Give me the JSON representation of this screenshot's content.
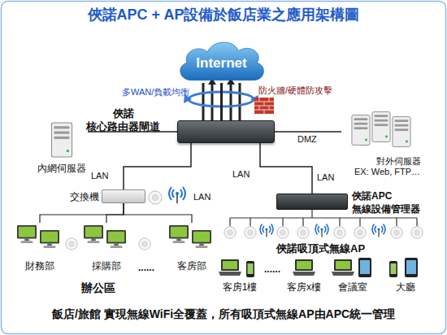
{
  "diagram": {
    "title": "俠諾APC + AP設備於飯店業之應用架構圖",
    "caption": "飯店/旅館 實現無線WiFi全覆蓋，所有吸頂式無線AP由APC統一管理",
    "nodes": [
      {
        "text": [
          "Internet"
        ]
      },
      {
        "text": [
          "俠諾 核心路由器閘道"
        ]
      },
      {
        "text": [
          "內網伺服器"
        ]
      },
      {
        "text": [
          "對外伺服器 EX: Web, FTP…"
        ]
      },
      {
        "text": [
          "交換機"
        ]
      },
      {
        "text": [
          "俠諾APC 無線設備管理器"
        ]
      },
      {
        "text": [
          "財務部"
        ]
      },
      {
        "text": [
          "採購部"
        ]
      },
      {
        "text": [
          "客房部"
        ]
      },
      {
        "text": [
          "客房1樓"
        ]
      },
      {
        "text": [
          "客房x樓"
        ]
      },
      {
        "text": [
          "會議室"
        ]
      },
      {
        "text": [
          "大廳"
        ]
      }
    ],
    "edges": [
      {
        "from": 0,
        "to": 1,
        "arrow": "none"
      },
      {
        "from": 1,
        "to": 2,
        "arrow": "none"
      },
      {
        "from": 1,
        "to": 3,
        "label": "DMZ",
        "arrow": "none"
      },
      {
        "from": 1,
        "to": 4,
        "label": "LAN",
        "arrow": "none"
      },
      {
        "from": 1,
        "to": 5,
        "label": "LAN",
        "arrow": "none"
      },
      {
        "from": 4,
        "to": 6,
        "arrow": "none"
      },
      {
        "from": 4,
        "to": 7,
        "arrow": "none"
      },
      {
        "from": 4,
        "to": 8,
        "arrow": "none"
      }
    ],
    "labels": [
      "多WAN/負載均衡",
      "防火牆/硬體防攻擊",
      "LAN",
      "LAN",
      "辦公區",
      "......",
      "俠諾吸頂式無線AP",
      "......"
    ]
  }
}
